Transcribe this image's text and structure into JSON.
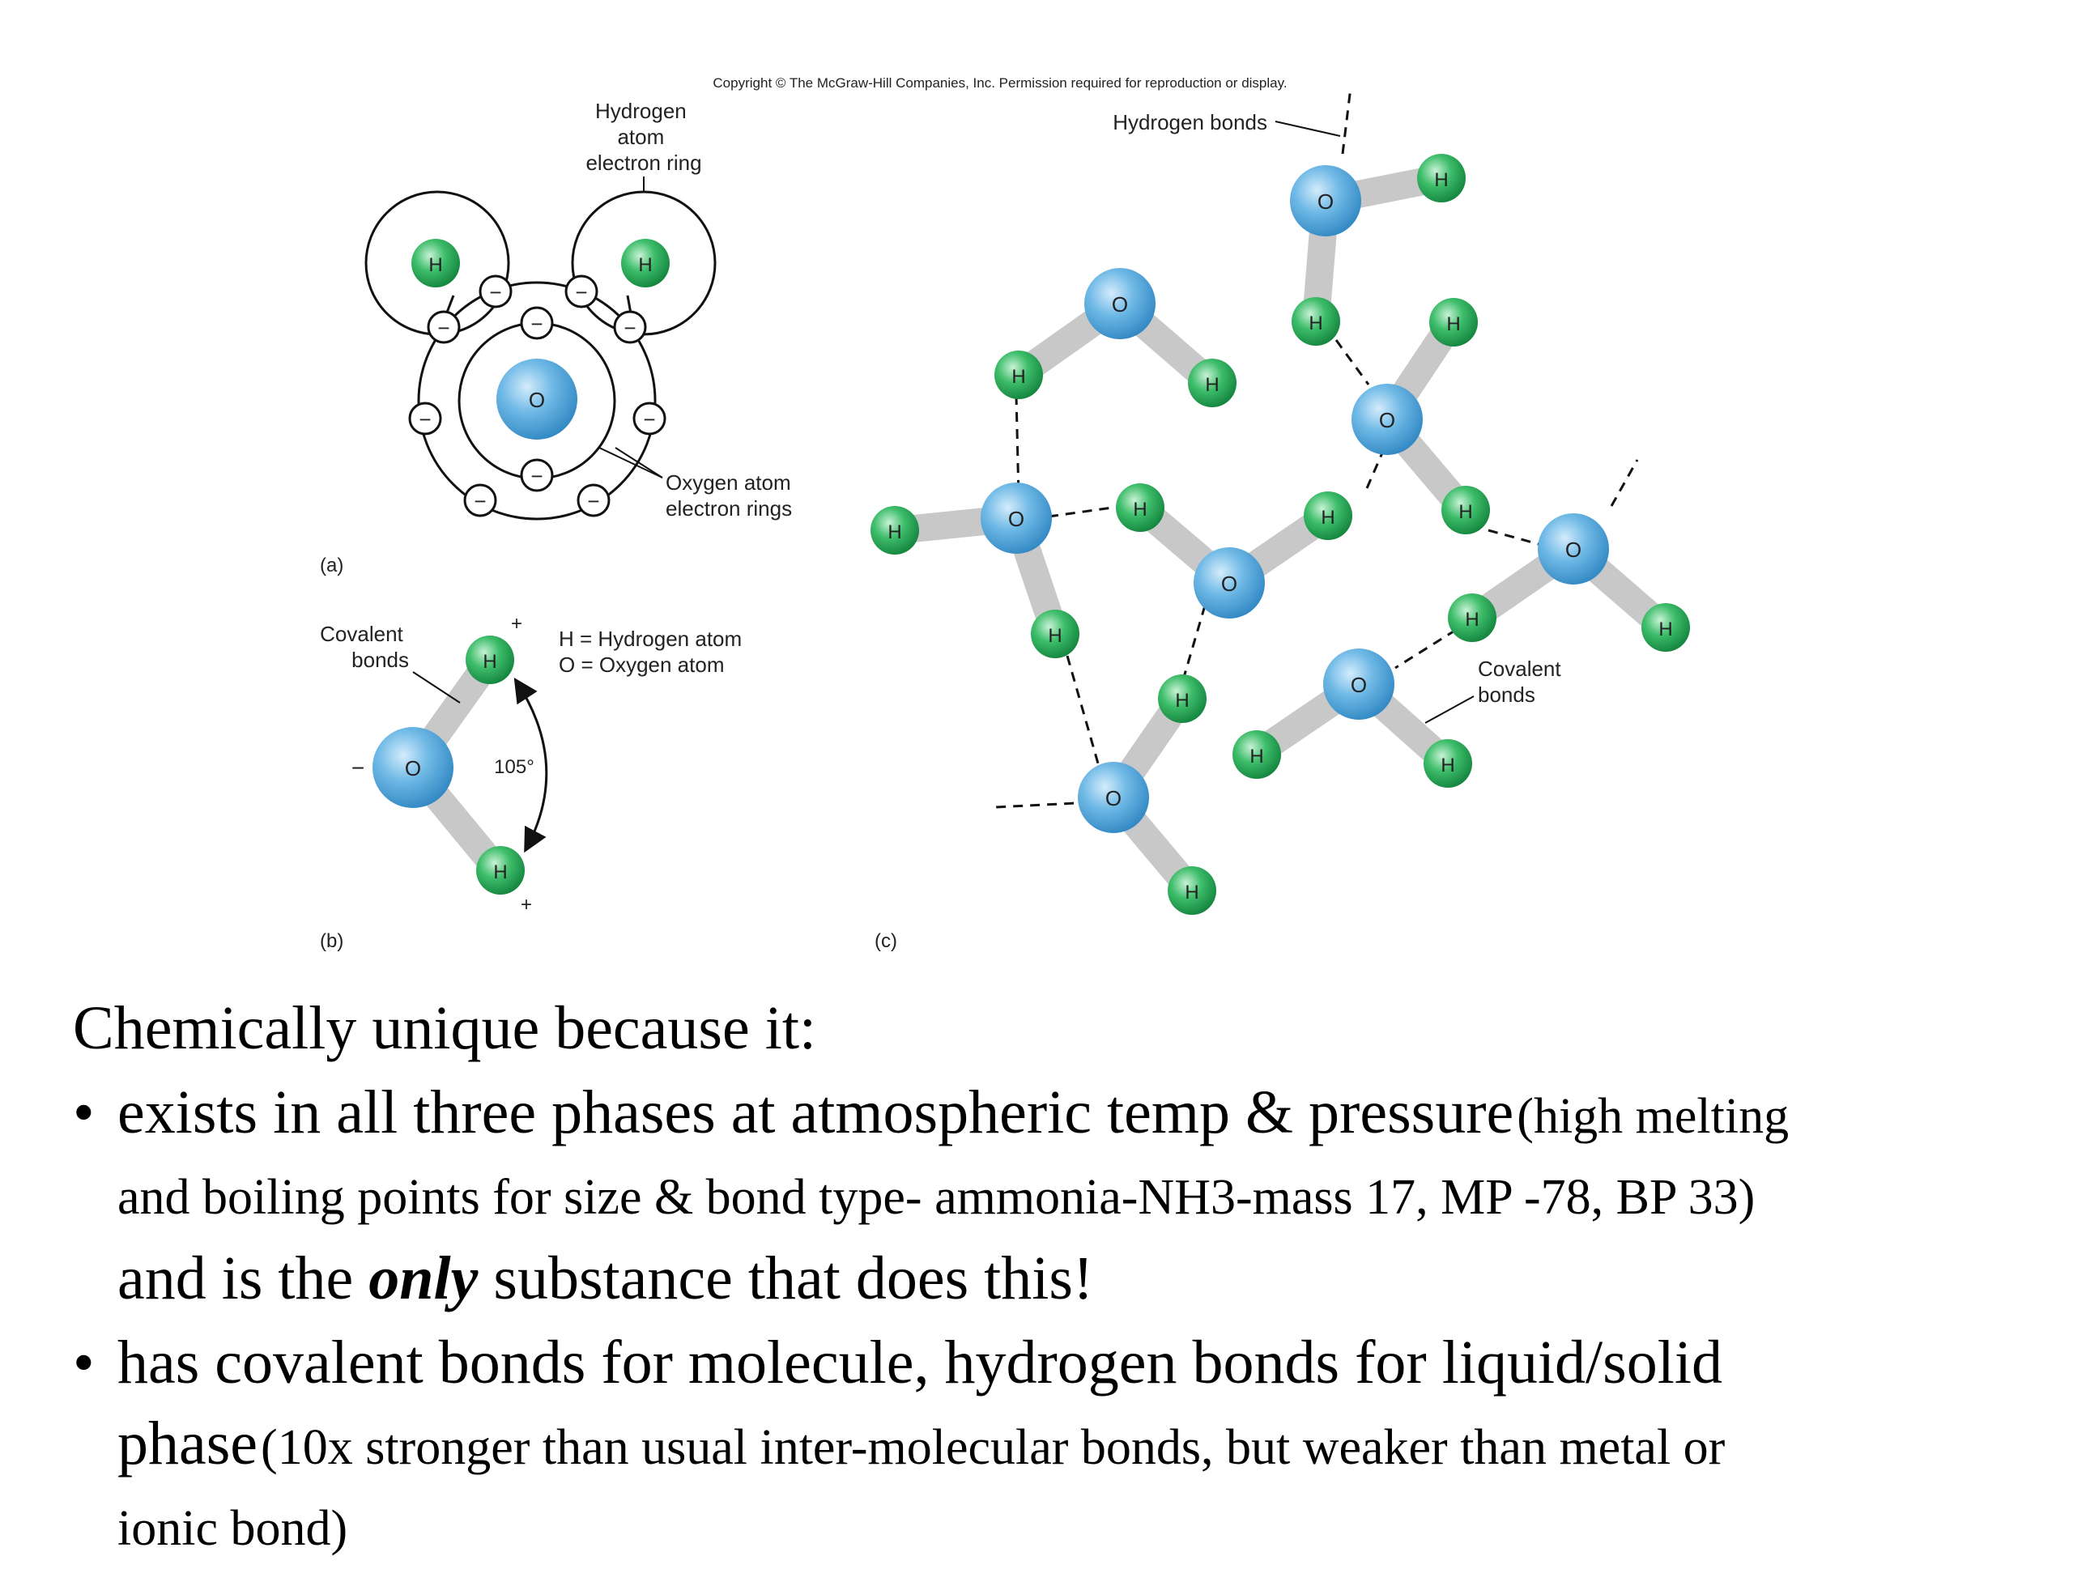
{
  "figure": {
    "copyright": "Copyright © The McGraw-Hill Companies, Inc. Permission required for reproduction or display.",
    "panel_a": {
      "label": "(a)",
      "hydrogen_ring_label": [
        "Hydrogen",
        "atom",
        "electron ring"
      ],
      "oxygen_rings_label": [
        "Oxygen atom",
        "electron rings"
      ],
      "hydrogen_symbol": "H",
      "oxygen_symbol": "O",
      "electron_symbol": "−"
    },
    "panel_b": {
      "label": "(b)",
      "covalent_label": [
        "Covalent",
        "bonds"
      ],
      "legend": [
        "H = Hydrogen atom",
        "O = Oxygen atom"
      ],
      "angle": "105°",
      "plus": "+",
      "minus": "−",
      "hydrogen_symbol": "H",
      "oxygen_symbol": "O"
    },
    "panel_c": {
      "label": "(c)",
      "hydrogen_bonds_label": "Hydrogen bonds",
      "covalent_label": [
        "Covalent",
        "bonds"
      ],
      "hydrogen_symbol": "H",
      "oxygen_symbol": "O"
    },
    "colors": {
      "oxygen": "#4da6dd",
      "hydrogen": "#2fae5a",
      "bond": "#c8c8c8"
    }
  },
  "text": {
    "heading": "Chemically unique because it:",
    "bullet1": {
      "main": "exists in all three phases at atmospheric temp & pressure",
      "paren_part1": "(high melting",
      "paren_part2": "and boiling points for size & bond type- ammonia-NH3-mass 17, MP -78, BP 33)",
      "line3_pre": "and is the",
      "line3_emph": "only",
      "line3_post": "substance that does this!"
    },
    "bullet2": {
      "main": "has covalent bonds for molecule, hydrogen bonds for liquid/solid",
      "line2_word": "phase",
      "paren_part1": "(10x stronger than usual inter-molecular bonds, but weaker than metal or",
      "paren_part2": "ionic bond)"
    }
  }
}
